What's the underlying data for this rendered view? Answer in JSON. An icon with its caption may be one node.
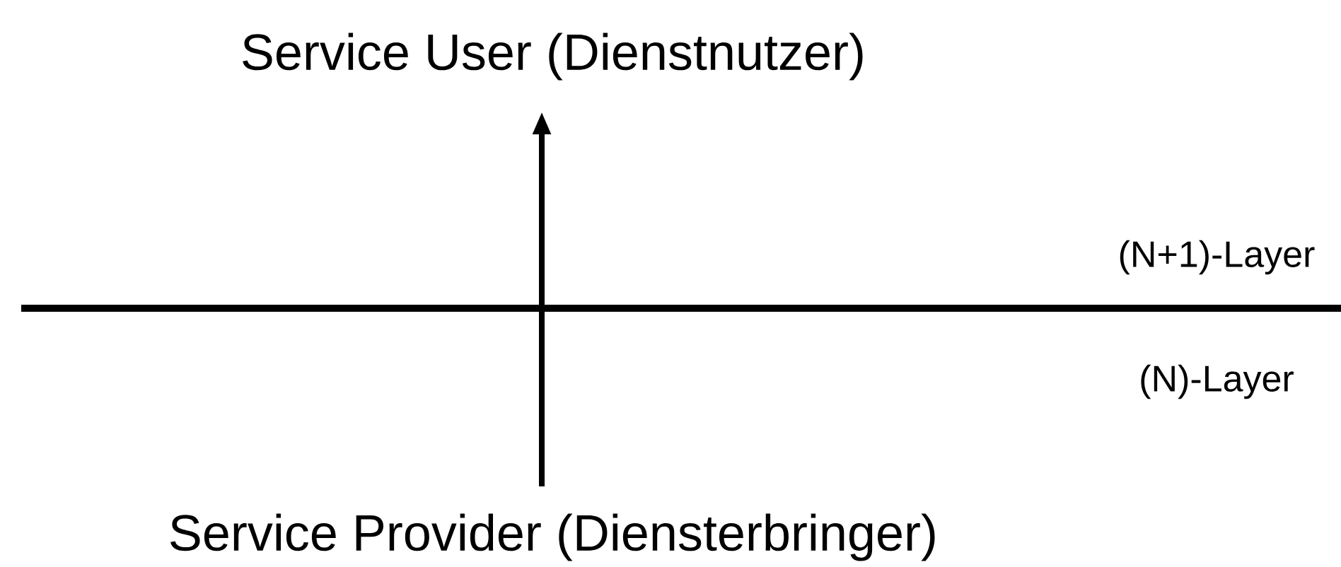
{
  "diagram": {
    "nodes": [
      {
        "text": [
          "Service User (Dienstnutzer)"
        ]
      },
      {
        "text": [
          "Service Provider (Diensterbringer)"
        ]
      }
    ],
    "edges": [
      {
        "from": 1,
        "to": 0,
        "arrow": "to"
      }
    ],
    "labels": [
      "(N+1)-Layer",
      "(N)-Layer"
    ]
  }
}
